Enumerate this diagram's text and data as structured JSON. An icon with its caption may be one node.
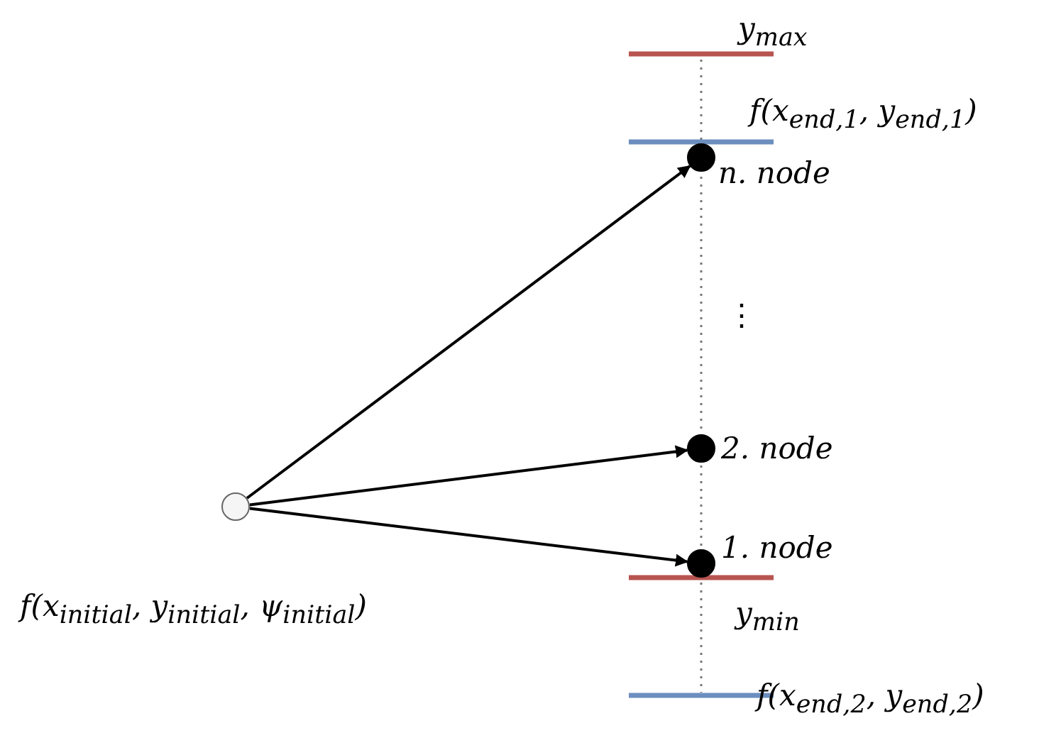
{
  "diagram": {
    "nodes": [
      {
        "text": [],
        "shape": "circle",
        "beside": [
          "f(x$_{initial}$, y$_{initial}$, ψ$_{initial}$)"
        ]
      },
      {
        "text": [],
        "shape": "circle",
        "beside": [
          "n. node"
        ]
      },
      {
        "text": [],
        "shape": "circle",
        "beside": [
          "2. node"
        ]
      },
      {
        "text": [],
        "shape": "circle",
        "beside": [
          "1. node"
        ]
      }
    ],
    "edges": [
      {
        "from": 0,
        "to": 1,
        "arrow": "to"
      },
      {
        "from": 0,
        "to": 2,
        "arrow": "to"
      },
      {
        "from": 0,
        "to": 3,
        "arrow": "to"
      }
    ],
    "labels": [
      "y$_{max}$",
      "f(x$_{end,1}$, y$_{end,1}$)",
      "⋮",
      "y$_{min}$",
      "f(x$_{end,2}$, y$_{end,2}$)"
    ]
  }
}
